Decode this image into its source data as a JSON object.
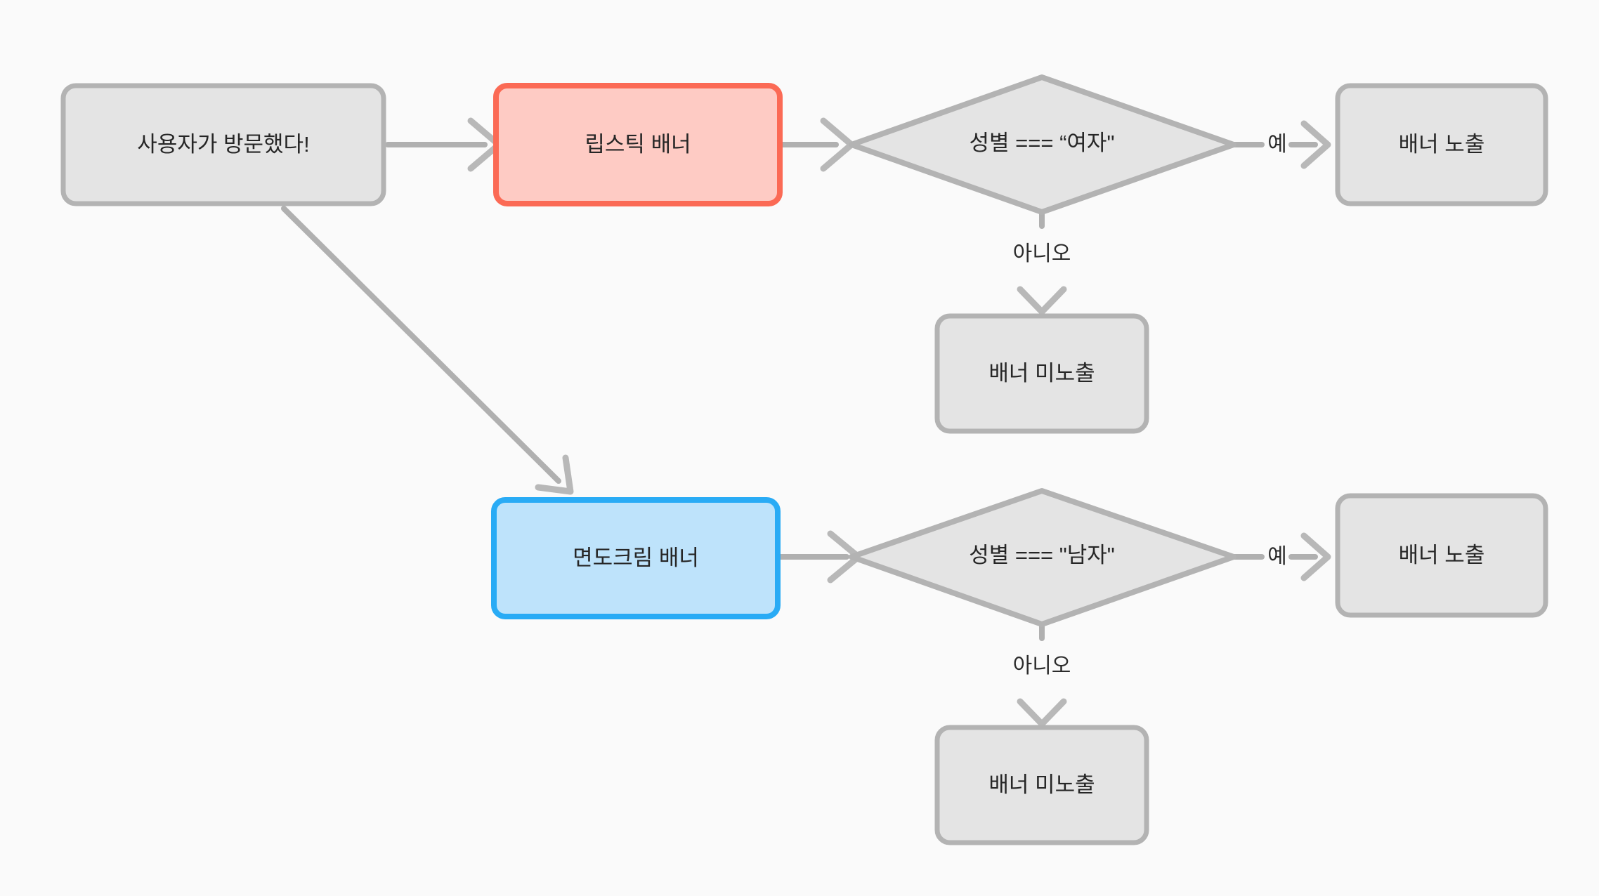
{
  "diagram": {
    "type": "flowchart",
    "title": "",
    "background_color": "#fafafa",
    "colors": {
      "gray_fill": "#e4e4e4",
      "gray_stroke": "#b3b3b3",
      "red_fill": "#fecbc4",
      "red_stroke": "#fb6a55",
      "blue_fill": "#bee3fb",
      "blue_stroke": "#29abf5",
      "connector": "#b0b0b0",
      "text": "#262626"
    },
    "nodes": {
      "start": {
        "label": "사용자가 방문했다!",
        "shape": "rounded-rect",
        "style": "gray"
      },
      "lipstick_banner": {
        "label": "립스틱 배너",
        "shape": "rounded-rect",
        "style": "red"
      },
      "shaving_banner": {
        "label": "면도크림 배너",
        "shape": "rounded-rect",
        "style": "blue"
      },
      "decision_female": {
        "label": "성별 === “여자\"",
        "shape": "diamond",
        "style": "gray"
      },
      "decision_male": {
        "label": "성별 === \"남자\"",
        "shape": "diamond",
        "style": "gray"
      },
      "show_banner_top": {
        "label": "배너 노출",
        "shape": "rounded-rect",
        "style": "gray"
      },
      "hide_banner_top": {
        "label": "배너 미노출",
        "shape": "rounded-rect",
        "style": "gray"
      },
      "show_banner_bottom": {
        "label": "배너 노출",
        "shape": "rounded-rect",
        "style": "gray"
      },
      "hide_banner_bottom": {
        "label": "배너 미노출",
        "shape": "rounded-rect",
        "style": "gray"
      }
    },
    "edges": [
      {
        "id": "start-to-lipstick",
        "from": "start",
        "to": "lipstick_banner",
        "label": "",
        "style": "solid"
      },
      {
        "id": "start-to-shaving",
        "from": "start",
        "to": "shaving_banner",
        "label": "",
        "style": "solid-diagonal"
      },
      {
        "id": "lipstick-to-decision",
        "from": "lipstick_banner",
        "to": "decision_female",
        "label": "",
        "style": "solid"
      },
      {
        "id": "female-yes",
        "from": "decision_female",
        "to": "show_banner_top",
        "label": "예",
        "style": "dashed"
      },
      {
        "id": "female-no",
        "from": "decision_female",
        "to": "hide_banner_top",
        "label": "아니오",
        "style": "dashed"
      },
      {
        "id": "shaving-to-decision",
        "from": "shaving_banner",
        "to": "decision_male",
        "label": "",
        "style": "solid"
      },
      {
        "id": "male-yes",
        "from": "decision_male",
        "to": "show_banner_bottom",
        "label": "예",
        "style": "dashed"
      },
      {
        "id": "male-no",
        "from": "decision_male",
        "to": "hide_banner_bottom",
        "label": "아니오",
        "style": "dashed"
      }
    ]
  }
}
